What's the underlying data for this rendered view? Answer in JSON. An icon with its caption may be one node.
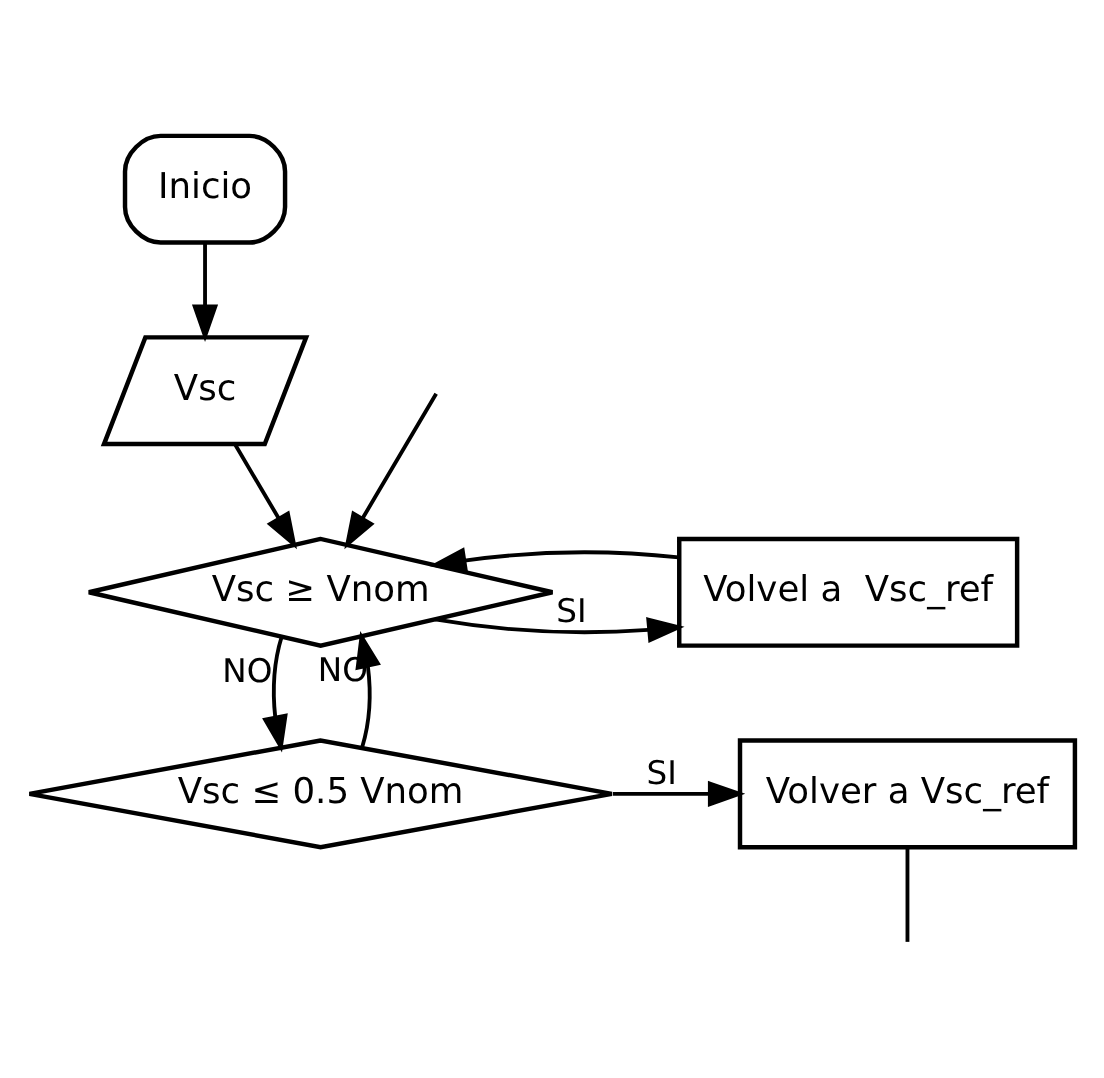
{
  "diagram": {
    "nodes": [
      {
        "text": [
          "Inicio"
        ]
      },
      {
        "text": [
          "Vsc"
        ]
      },
      {
        "text": [
          "Vsc ≥ Vnom"
        ]
      },
      {
        "text": [
          "Volvel a  Vsc_ref"
        ]
      },
      {
        "text": [
          "Vsc ≤ 0.5 Vnom"
        ]
      },
      {
        "text": [
          "Volver a Vsc_ref"
        ]
      }
    ],
    "edges": [
      {
        "from": 0,
        "to": 1,
        "arrow": "to"
      },
      {
        "from": 1,
        "to": 2,
        "arrow": "to"
      },
      {
        "from": 2,
        "to": 3,
        "arrow": "to",
        "label": "SI"
      },
      {
        "from": 3,
        "to": 2,
        "arrow": "to"
      },
      {
        "from": 2,
        "to": 4,
        "arrow": "to",
        "label": "NO"
      },
      {
        "from": 4,
        "to": 5,
        "arrow": "to",
        "label": "SI"
      },
      {
        "from": 4,
        "to": 2,
        "arrow": "to",
        "label": "NO"
      },
      {
        "from": 5,
        "to": null,
        "arrow": "none"
      },
      {
        "from": null,
        "to": 2,
        "arrow": "to"
      }
    ]
  }
}
